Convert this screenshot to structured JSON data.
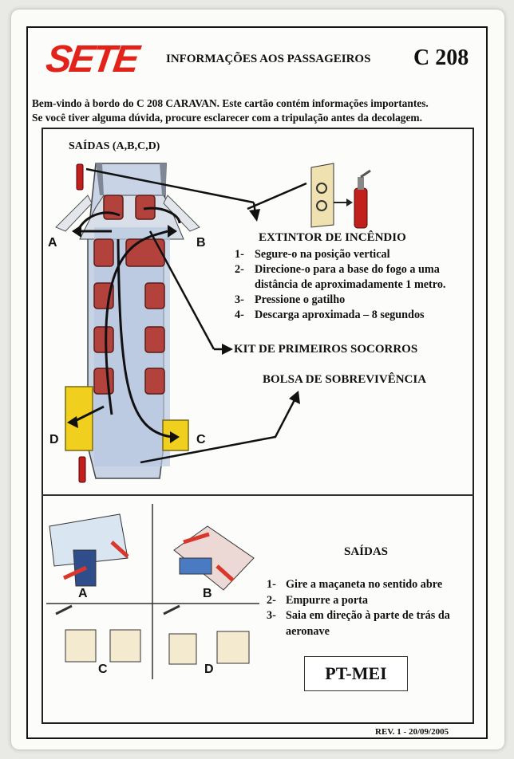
{
  "header": {
    "logo": "SETE",
    "title": "INFORMAÇÕES AOS PASSAGEIROS",
    "aircraft_model": "C 208"
  },
  "welcome": {
    "line1": "Bem-vindo à bordo do C 208 CARAVAN. Este cartão contém informações importantes.",
    "line2": "Se você tiver alguma dúvida, procure esclarecer com a tripulação antes da decolagem."
  },
  "diagram": {
    "exits_title": "SAÍDAS  (A,B,C,D)",
    "door_labels": [
      "A",
      "B",
      "C",
      "D"
    ]
  },
  "extinguisher": {
    "title": "EXTINTOR DE INCÊNDIO",
    "steps": [
      {
        "num": "1-",
        "text": "Segure-o na posição vertical"
      },
      {
        "num": "2-",
        "text": "Direcione-o para a base do fogo a uma distância de aproximadamente 1 metro."
      },
      {
        "num": "3-",
        "text": "Pressione o gatilho"
      },
      {
        "num": "4-",
        "text": "Descarga aproximada – 8 segundos"
      }
    ]
  },
  "first_aid_kit": "KIT DE PRIMEIROS SOCORROS",
  "survival_bag": "BOLSA DE SOBREVIVÊNCIA",
  "exits": {
    "title": "SAÍDAS",
    "panel_labels": [
      "A",
      "B",
      "C",
      "D"
    ],
    "steps": [
      {
        "num": "1-",
        "text": "Gire a maçaneta no sentido abre"
      },
      {
        "num": "2-",
        "text": "Empurre a porta"
      },
      {
        "num": "3-",
        "text": "Saia em direção à parte de trás da aeronave"
      }
    ]
  },
  "registration": "PT-MEI",
  "revision": "REV. 1 - 20/09/2005",
  "colors": {
    "logo_red": "#e2231a",
    "seat_red": "#b4423c",
    "door_yellow": "#f0cf1e",
    "arrow_red": "#d9362c",
    "frame": "#151515"
  }
}
